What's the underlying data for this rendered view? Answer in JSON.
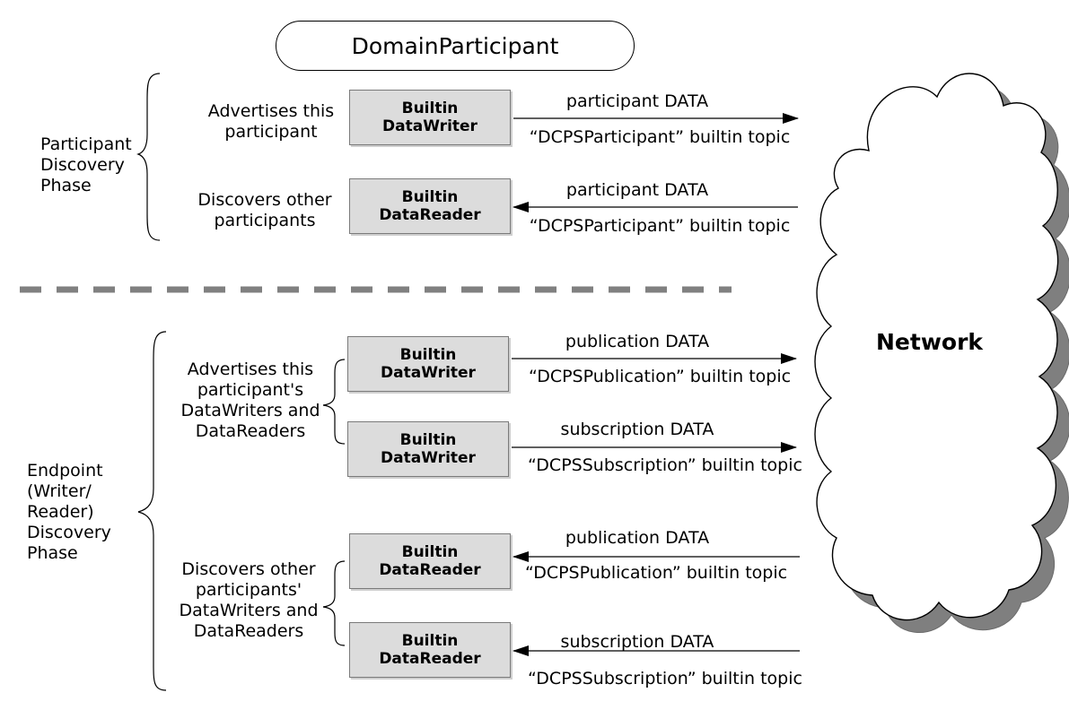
{
  "title": "DomainParticipant",
  "network_label": "Network",
  "phases": {
    "participant": "Participant\nDiscovery\nPhase",
    "endpoint": "Endpoint\n(Writer/\nReader)\nDiscovery\nPhase"
  },
  "roles": {
    "advertise_participant": "Advertises this\nparticipant",
    "discover_participants": "Discovers other\nparticipants",
    "advertise_endpoints": "Advertises this\nparticipant's\nDataWriters and\nDataReaders",
    "discover_endpoints": "Discovers other\nparticipants'\nDataWriters and\nDataReaders"
  },
  "boxes": [
    {
      "line1": "Builtin",
      "line2": "DataWriter"
    },
    {
      "line1": "Builtin",
      "line2": "DataReader"
    },
    {
      "line1": "Builtin",
      "line2": "DataWriter"
    },
    {
      "line1": "Builtin",
      "line2": "DataWriter"
    },
    {
      "line1": "Builtin",
      "line2": "DataReader"
    },
    {
      "line1": "Builtin",
      "line2": "DataReader"
    }
  ],
  "arrows": [
    {
      "data": "participant DATA",
      "topic": "“DCPSParticipant” builtin topic",
      "direction": "out"
    },
    {
      "data": "participant DATA",
      "topic": "“DCPSParticipant” builtin topic",
      "direction": "in"
    },
    {
      "data": "publication DATA",
      "topic": "“DCPSPublication” builtin topic",
      "direction": "out"
    },
    {
      "data": "subscription DATA",
      "topic": "“DCPSSubscription” builtin topic",
      "direction": "out"
    },
    {
      "data": "publication DATA",
      "topic": "“DCPSPublication” builtin topic",
      "direction": "in"
    },
    {
      "data": "subscription DATA",
      "topic": "“DCPSSubscription” builtin topic",
      "direction": "in"
    }
  ],
  "colors": {
    "box_fill": "#dcdcdc",
    "box_border": "#7a7a7a",
    "divider": "#808080",
    "cloud_shadow": "#7f7f7f"
  }
}
